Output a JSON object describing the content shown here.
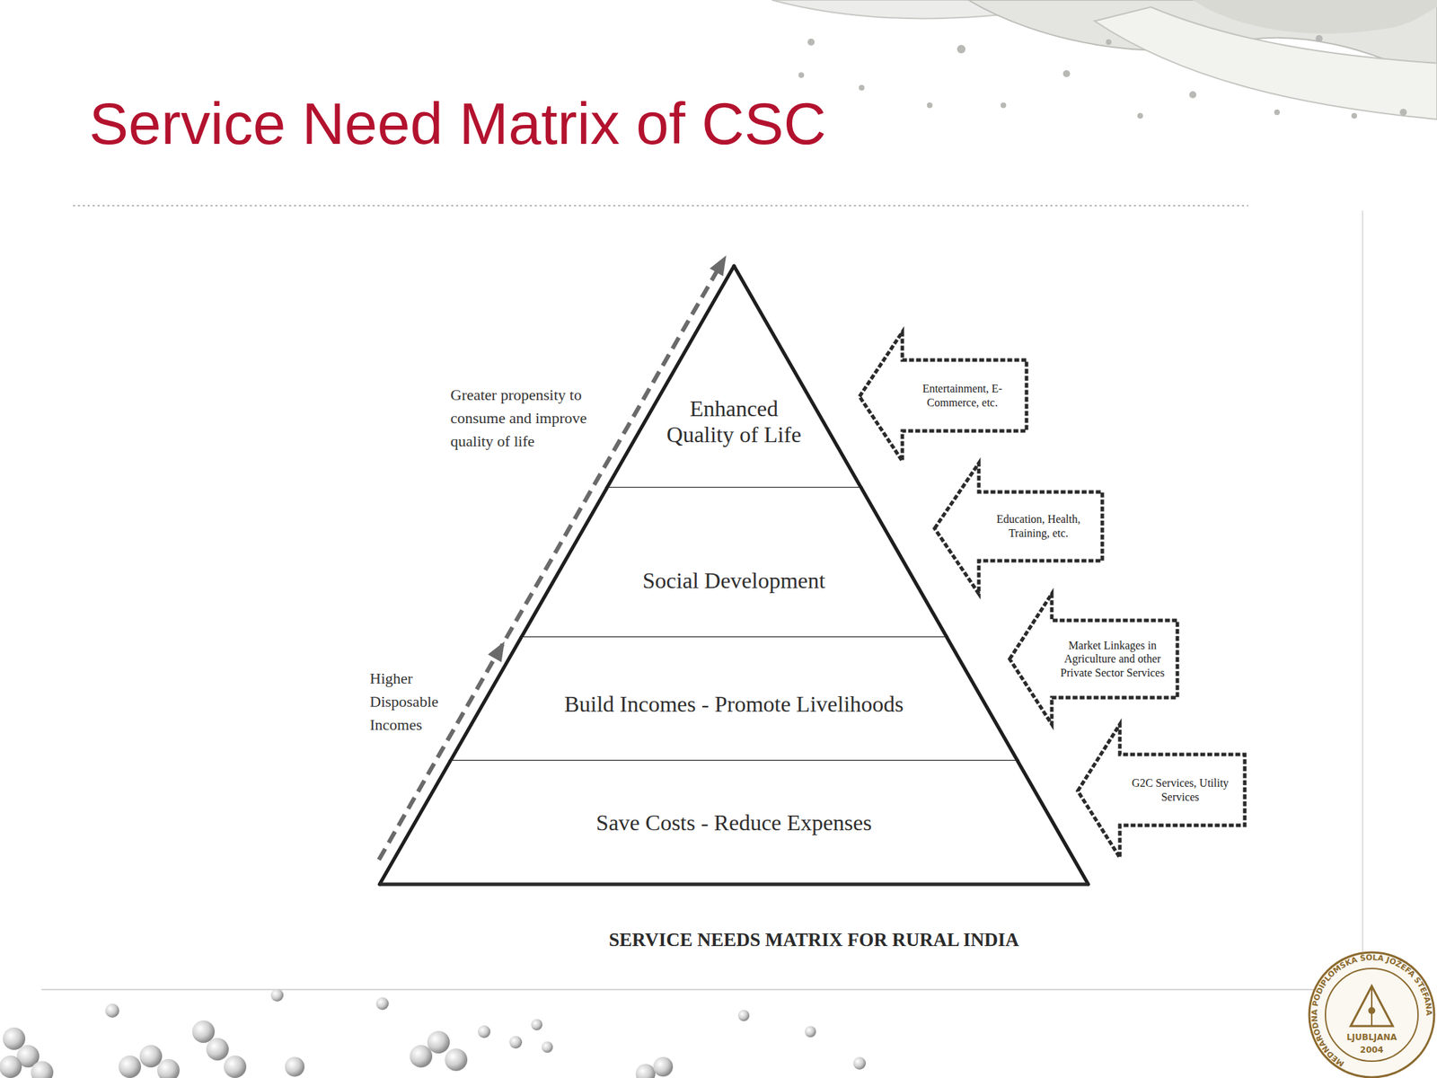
{
  "diagram": {
    "title": "Service Need Matrix of CSC",
    "caption": "SERVICE NEEDS MATRIX FOR RURAL INDIA",
    "nodes": [
      {
        "text": [
          "Enhanced Quality of Life"
        ]
      },
      {
        "text": [
          "Entertainment, E-Commerce, etc."
        ]
      },
      {
        "text": [
          "Social Development"
        ]
      },
      {
        "text": [
          "Education, Health, Training, etc."
        ]
      },
      {
        "text": [
          "Build Incomes - Promote Livelihoods"
        ]
      },
      {
        "text": [
          "Market Linkages in Agriculture and other Private Sector Services"
        ]
      },
      {
        "text": [
          "Save Costs - Reduce Expenses"
        ]
      },
      {
        "text": [
          "G2C Services, Utility Services"
        ]
      }
    ],
    "labels": [
      "Greater propensity to consume and improve quality of life",
      "Higher Disposable Incomes",
      "MEDNARODNA PODIPLOMSKA ŠOLA JOŽEFA STEFANA",
      "LJUBLJANA",
      "2004"
    ]
  }
}
